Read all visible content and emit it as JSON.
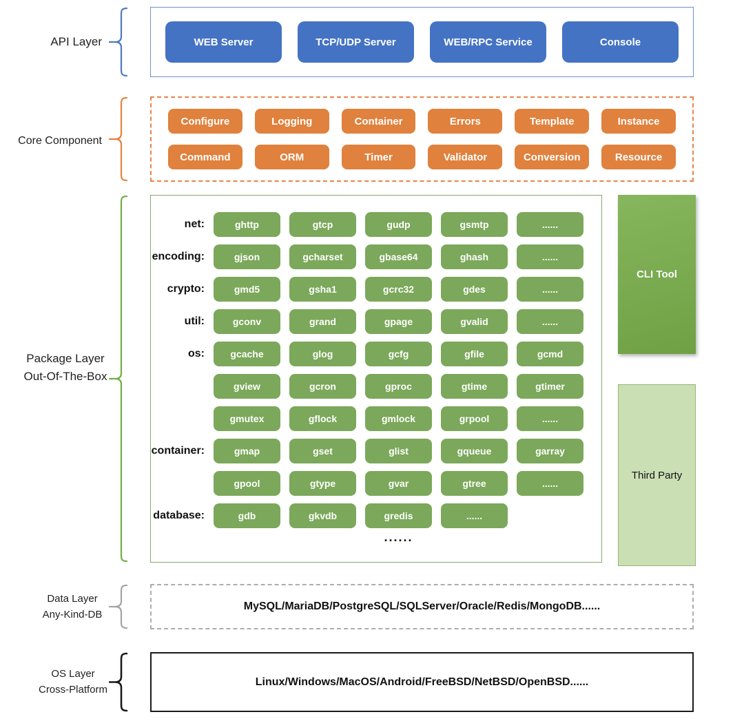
{
  "colors": {
    "blue": "#4473C4",
    "blue_border": "#6D8FCB",
    "orange": "#E0813D",
    "orange_border": "#E8824B",
    "green": "#7BA85A",
    "green_border": "#84A96A",
    "cli_grad_top": "#86B65D",
    "cli_grad_bottom": "#6FA144",
    "third_bg": "#CBDFB5",
    "third_border": "#92B873",
    "gray_border": "#ADADAD",
    "os_border": "#1A1A1A",
    "brace_api": "#4D79BE",
    "brace_core": "#E2833F",
    "brace_package": "#70AD47",
    "brace_data": "#A3A3A3",
    "brace_os": "#1A1A1A"
  },
  "api_layer": {
    "label": "API Layer",
    "buttons": [
      "WEB Server",
      "TCP/UDP Server",
      "WEB/RPC Service",
      "Console"
    ]
  },
  "core_component": {
    "label": "Core Component",
    "rows": [
      [
        "Configure",
        "Logging",
        "Container",
        "Errors",
        "Template",
        "Instance"
      ],
      [
        "Command",
        "ORM",
        "Timer",
        "Validator",
        "Conversion",
        "Resource"
      ]
    ]
  },
  "package_layer": {
    "label_line1": "Package Layer",
    "label_line2": "Out-Of-The-Box",
    "rows": [
      {
        "category": "net:",
        "packages": [
          "ghttp",
          "gtcp",
          "gudp",
          "gsmtp",
          "......"
        ]
      },
      {
        "category": "encoding:",
        "packages": [
          "gjson",
          "gcharset",
          "gbase64",
          "ghash",
          "......"
        ]
      },
      {
        "category": "crypto:",
        "packages": [
          "gmd5",
          "gsha1",
          "gcrc32",
          "gdes",
          "......"
        ]
      },
      {
        "category": "util:",
        "packages": [
          "gconv",
          "grand",
          "gpage",
          "gvalid",
          "......"
        ]
      },
      {
        "category": "os:",
        "packages": [
          "gcache",
          "glog",
          "gcfg",
          "gfile",
          "gcmd"
        ]
      },
      {
        "category": "",
        "packages": [
          "gview",
          "gcron",
          "gproc",
          "gtime",
          "gtimer"
        ]
      },
      {
        "category": "",
        "packages": [
          "gmutex",
          "gflock",
          "gmlock",
          "grpool",
          "......"
        ]
      },
      {
        "category": "container:",
        "packages": [
          "gmap",
          "gset",
          "glist",
          "gqueue",
          "garray"
        ]
      },
      {
        "category": "",
        "packages": [
          "gpool",
          "gtype",
          "gvar",
          "gtree",
          "......"
        ]
      },
      {
        "category": "database:",
        "packages": [
          "gdb",
          "gkvdb",
          "gredis",
          "......"
        ]
      }
    ],
    "more_indicator": "......"
  },
  "cli_tool": {
    "label": "CLI Tool"
  },
  "third_party": {
    "label": "Third Party"
  },
  "data_layer": {
    "label_line1": "Data Layer",
    "label_line2": "Any-Kind-DB",
    "content": "MySQL/MariaDB/PostgreSQL/SQLServer/Oracle/Redis/MongoDB......"
  },
  "os_layer": {
    "label_line1": "OS Layer",
    "label_line2": "Cross-Platform",
    "content": "Linux/Windows/MacOS/Android/FreeBSD/NetBSD/OpenBSD......"
  }
}
